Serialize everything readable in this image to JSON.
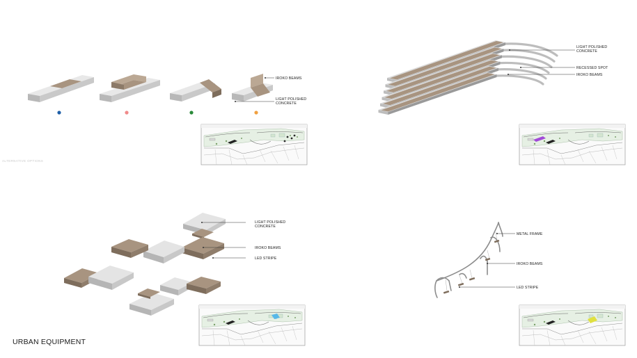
{
  "page_title": "URBAN EQUIPMENT",
  "faint_caption": "ALTERNATIVE OPTIONS",
  "panel_bench_variants": {
    "labels": [
      "IROKO BEAMS",
      "LIGHT POLISHED\nCONCRETE"
    ],
    "variant_dot_colors": [
      "#1f5fa8",
      "#f08a8a",
      "#2a8a3a",
      "#f0a040"
    ]
  },
  "panel_long_benches": {
    "labels": [
      "LIGHT POLISHED\nCONCRETE",
      "RECESSED SPOT",
      "IROKO BEAMS"
    ],
    "map_highlight_color": "#a24ad8"
  },
  "panel_platforms": {
    "labels": [
      "LIGHT POLISHED\nCONCRETE",
      "IROKO BEAMS",
      "LED STRIPE"
    ],
    "map_highlight_color": "#58b8e8"
  },
  "panel_swings": {
    "labels": [
      "METAL FRAME",
      "IROKO BEAMS",
      "LED STRIPE"
    ],
    "map_highlight_color": "#e0e040"
  },
  "colors": {
    "concrete_top": "#e6e6e6",
    "concrete_side": "#b9b9b9",
    "iroko_top": "#a89480",
    "iroko_side": "#7e6d5c",
    "leader": "#333333"
  }
}
